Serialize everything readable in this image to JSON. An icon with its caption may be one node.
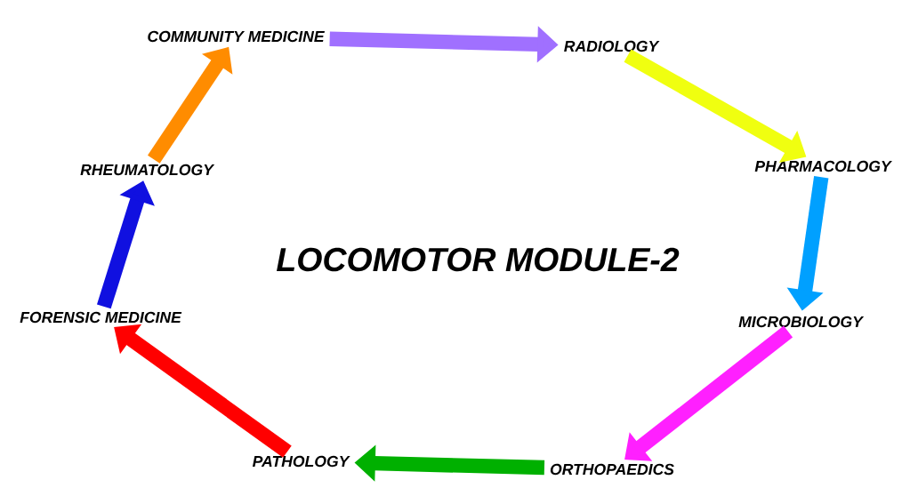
{
  "diagram": {
    "title": "LOCOMOTOR MODULE-2",
    "nodes": [
      {
        "text": [
          "COMMUNITY MEDICINE"
        ]
      },
      {
        "text": [
          "RADIOLOGY"
        ]
      },
      {
        "text": [
          "PHARMACOLOGY"
        ]
      },
      {
        "text": [
          "MICROBIOLOGY"
        ]
      },
      {
        "text": [
          "ORTHOPAEDICS"
        ]
      },
      {
        "text": [
          "PATHOLOGY"
        ]
      },
      {
        "text": [
          "FORENSIC MEDICINE"
        ]
      },
      {
        "text": [
          "RHEUMATOLOGY"
        ]
      }
    ],
    "edges": [
      {
        "from": 0,
        "to": 1,
        "arrow": "to",
        "color": "#a070ff"
      },
      {
        "from": 1,
        "to": 2,
        "arrow": "to",
        "color": "#f0ff10"
      },
      {
        "from": 2,
        "to": 3,
        "arrow": "to",
        "color": "#00a0ff"
      },
      {
        "from": 3,
        "to": 4,
        "arrow": "to",
        "color": "#ff20ff"
      },
      {
        "from": 4,
        "to": 5,
        "arrow": "to",
        "color": "#00b000"
      },
      {
        "from": 5,
        "to": 6,
        "arrow": "to",
        "color": "#ff0000"
      },
      {
        "from": 6,
        "to": 7,
        "arrow": "to",
        "color": "#1010e0"
      },
      {
        "from": 7,
        "to": 0,
        "arrow": "to",
        "color": "#ff8c00"
      }
    ]
  }
}
